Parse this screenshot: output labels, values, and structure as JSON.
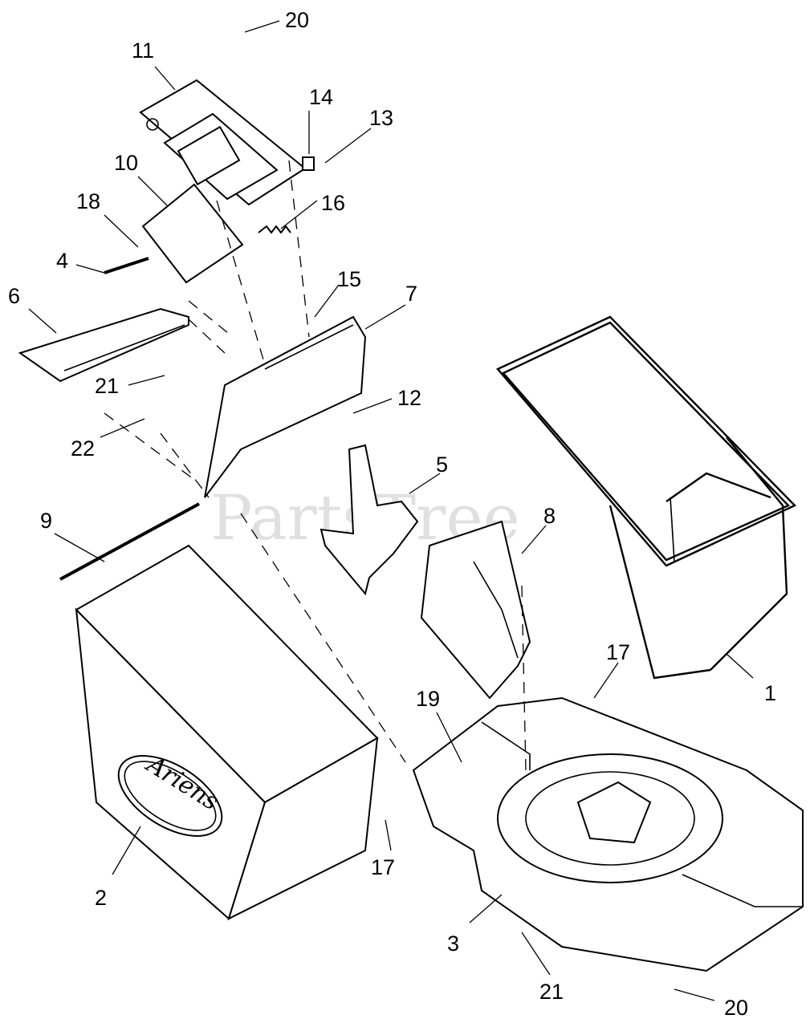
{
  "watermark": "PartsTree",
  "brand_logo": "Ariens",
  "callouts": [
    {
      "label": "20"
    },
    {
      "label": "11"
    },
    {
      "label": "14"
    },
    {
      "label": "13"
    },
    {
      "label": "10"
    },
    {
      "label": "18"
    },
    {
      "label": "16"
    },
    {
      "label": "4"
    },
    {
      "label": "6"
    },
    {
      "label": "15"
    },
    {
      "label": "7"
    },
    {
      "label": "21"
    },
    {
      "label": "12"
    },
    {
      "label": "22"
    },
    {
      "label": "5"
    },
    {
      "label": "9"
    },
    {
      "label": "8"
    },
    {
      "label": "17"
    },
    {
      "label": "1"
    },
    {
      "label": "19"
    },
    {
      "label": "2"
    },
    {
      "label": "17"
    },
    {
      "label": "3"
    },
    {
      "label": "21"
    },
    {
      "label": "20"
    }
  ]
}
